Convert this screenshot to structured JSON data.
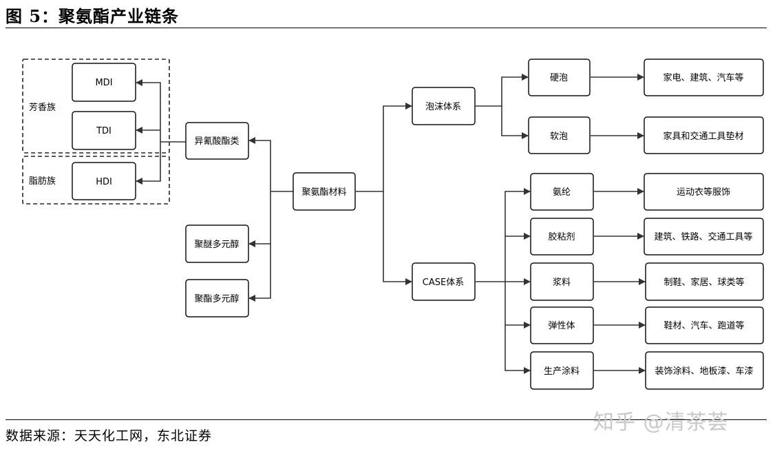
{
  "header": {
    "title": "图 5：聚氨酯产业链条"
  },
  "footer": {
    "source": "数据来源：天天化工网，东北证券",
    "watermark": "知乎 @清茶荟"
  },
  "diagram": {
    "groups": [
      {
        "id": "aromatic",
        "label": "芳香族"
      },
      {
        "id": "aliphatic",
        "label": "脂肪族"
      }
    ],
    "nodes": [
      {
        "id": "mdi",
        "label": "MDI"
      },
      {
        "id": "tdi",
        "label": "TDI"
      },
      {
        "id": "hdi",
        "label": "HDI"
      },
      {
        "id": "isocyanate",
        "label": "异氰酸酯类"
      },
      {
        "id": "polyether",
        "label": "聚醚多元醇"
      },
      {
        "id": "polyester",
        "label": "聚酯多元醇"
      },
      {
        "id": "pu",
        "label": "聚氨酯材料"
      },
      {
        "id": "foam",
        "label": "泡沫体系"
      },
      {
        "id": "case",
        "label": "CASE体系"
      },
      {
        "id": "rigid",
        "label": "硬泡"
      },
      {
        "id": "flexible",
        "label": "软泡"
      },
      {
        "id": "spandex",
        "label": "氨纶"
      },
      {
        "id": "adhesive",
        "label": "胶粘剂"
      },
      {
        "id": "slurry",
        "label": "浆料"
      },
      {
        "id": "elastomer",
        "label": "弹性体"
      },
      {
        "id": "coating",
        "label": "生产涂料"
      },
      {
        "id": "app-rigid",
        "label": "家电、建筑、汽车等"
      },
      {
        "id": "app-flexible",
        "label": "家具和交通工具垫材"
      },
      {
        "id": "app-spandex",
        "label": "运动衣等服饰"
      },
      {
        "id": "app-adhesive",
        "label": "建筑、铁路、交通工具等"
      },
      {
        "id": "app-slurry",
        "label": "制鞋、家居、球类等"
      },
      {
        "id": "app-elastomer",
        "label": "鞋材、汽车、跑道等"
      },
      {
        "id": "app-coating",
        "label": "装饰涂料、地板漆、车漆"
      }
    ]
  }
}
